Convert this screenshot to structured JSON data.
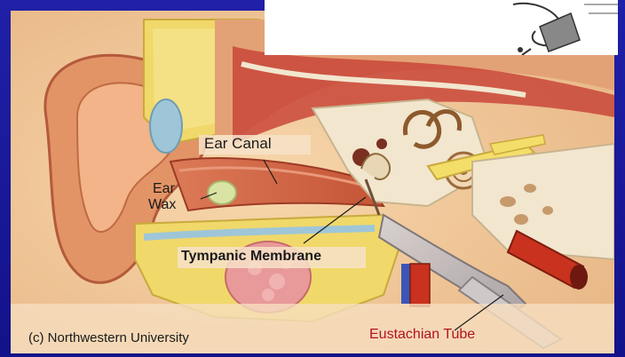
{
  "labels": {
    "ear_canal": "Ear Canal",
    "ear_wax_line1": "Ear",
    "ear_wax_line2": "Wax",
    "tympanic_membrane": "Tympanic Membrane",
    "eustachian_tube": "Eustachian Tube",
    "copyright": "(c) Northwestern University"
  },
  "colors": {
    "slide_background": "#1a1a9c",
    "skin": "#f3cfa0",
    "cartilage": "#f0d86a",
    "muscle_red": "#d8583c",
    "bone_cream": "#f2e6cf",
    "eustachian_label": "#b3121f"
  }
}
